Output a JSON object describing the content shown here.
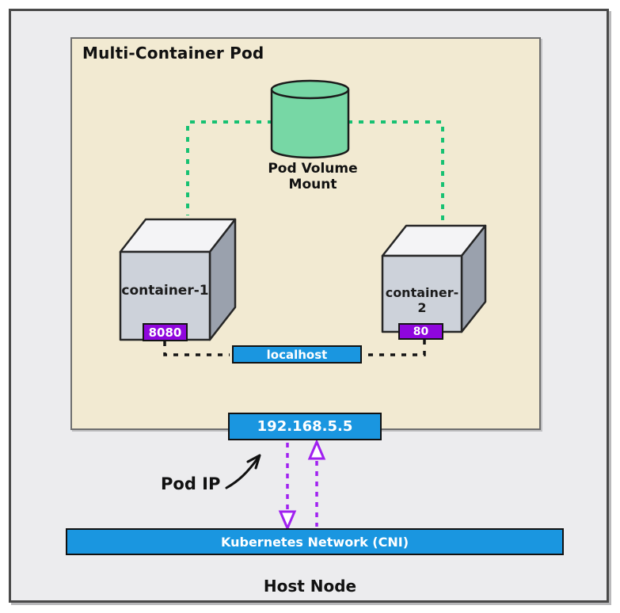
{
  "colors": {
    "accent_blue": "#1a96e0",
    "badge_purple": "#8f06dd",
    "arrow_purple": "#a020f0",
    "volume_green": "#77d7a5",
    "dash_green": "#17c172",
    "pod_background": "#f2ead2",
    "host_background": "#ececee"
  },
  "host": {
    "label": "Host Node"
  },
  "pod": {
    "title": "Multi-Container Pod",
    "volume_label": "Pod Volume Mount",
    "containers": [
      {
        "name": "container-1",
        "port": "8080"
      },
      {
        "name": "container-2",
        "port": "80"
      }
    ],
    "localhost_label": "localhost"
  },
  "network": {
    "pod_ip_value": "192.168.5.5",
    "pod_ip_label": "Pod IP",
    "cni_label": "Kubernetes Network (CNI)"
  }
}
